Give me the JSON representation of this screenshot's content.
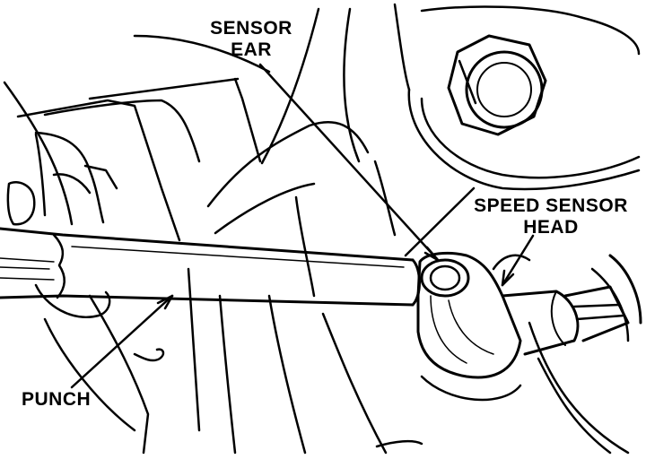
{
  "callouts": {
    "sensor_ear": [
      "SENSOR",
      "EAR"
    ],
    "speed_sensor_head": [
      "SPEED SENSOR",
      "HEAD"
    ],
    "punch": [
      "PUNCH"
    ]
  },
  "colors": {
    "ink": "#000000",
    "paper": "#ffffff"
  }
}
